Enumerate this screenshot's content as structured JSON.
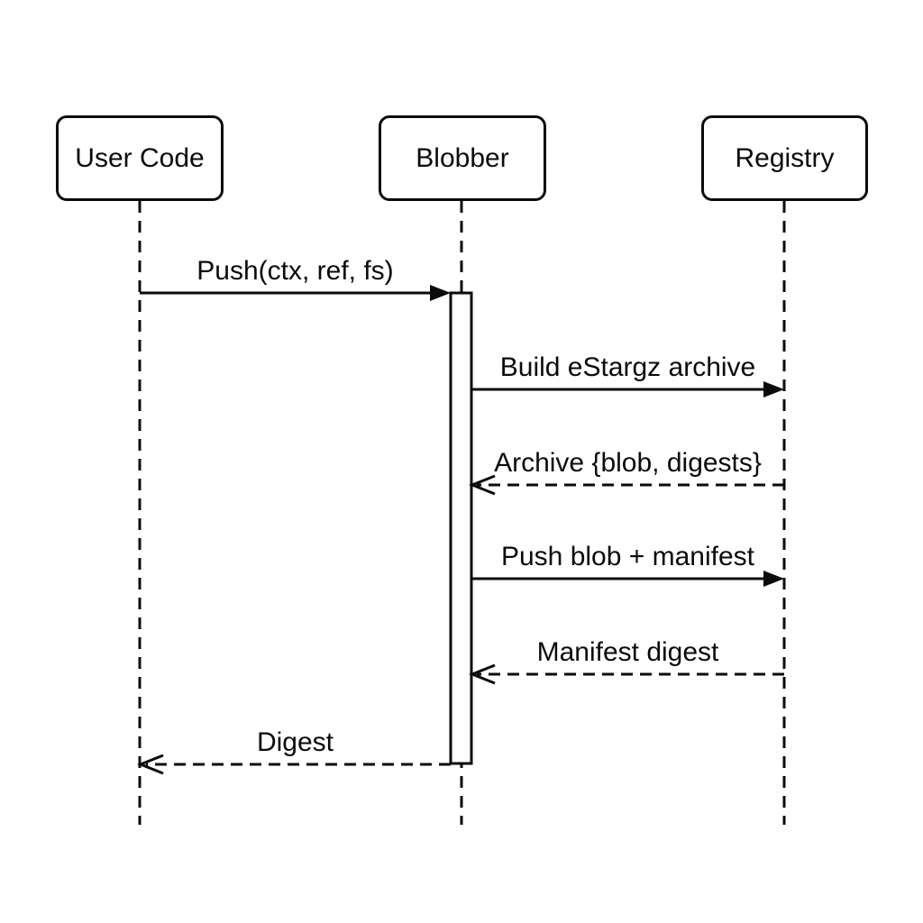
{
  "diagram": {
    "type": "sequence",
    "background_color": "#ffffff",
    "line_color": "#0b0b0b",
    "participants": [
      {
        "label": "User Code"
      },
      {
        "label": "Blobber"
      },
      {
        "label": "Registry"
      }
    ],
    "activation": {
      "participant": "Blobber"
    },
    "messages": [
      {
        "label": "Push(ctx, ref, fs)",
        "from": "User Code",
        "to": "Blobber",
        "line": "solid",
        "arrowhead": "filled"
      },
      {
        "label": "Build eStargz archive",
        "from": "Blobber",
        "to": "Registry",
        "line": "solid",
        "arrowhead": "filled"
      },
      {
        "label": "Archive {blob, digests}",
        "from": "Registry",
        "to": "Blobber",
        "line": "dashed",
        "arrowhead": "open"
      },
      {
        "label": "Push blob + manifest",
        "from": "Blobber",
        "to": "Registry",
        "line": "solid",
        "arrowhead": "filled"
      },
      {
        "label": "Manifest digest",
        "from": "Registry",
        "to": "Blobber",
        "line": "dashed",
        "arrowhead": "open"
      },
      {
        "label": "Digest",
        "from": "Blobber",
        "to": "User Code",
        "line": "dashed",
        "arrowhead": "open"
      }
    ]
  }
}
